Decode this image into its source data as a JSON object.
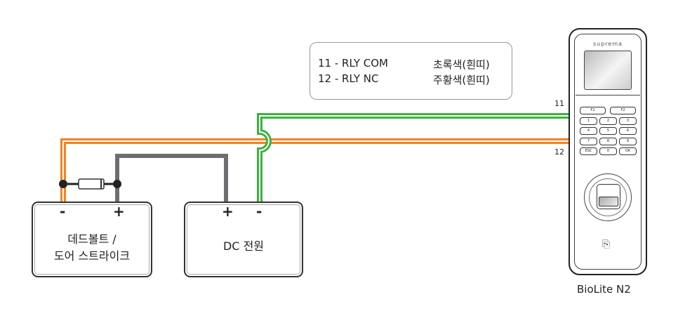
{
  "legend": {
    "rows": [
      {
        "pin": "11 - RLY COM",
        "color": "초록색(흰띠)"
      },
      {
        "pin": "12 - RLY NC",
        "color": "주황색(흰띠)"
      }
    ]
  },
  "wires": {
    "green_label": "11",
    "orange_label": "12",
    "green": "#3db23d",
    "orange": "#f58220",
    "gray": "#6d6e71"
  },
  "lock": {
    "title_line1": "데드볼트 /",
    "title_line2": "도어 스트라이크",
    "minus": "-",
    "plus": "+"
  },
  "psu": {
    "title": "DC 전원",
    "minus": "-",
    "plus": "+"
  },
  "device": {
    "brand": "suprema",
    "name": "BioLite N2",
    "keys": [
      "F1",
      "F2",
      "1",
      "2",
      "3",
      "4",
      "5",
      "6",
      "7",
      "8",
      "9",
      "ESC",
      "0",
      "OK"
    ]
  }
}
